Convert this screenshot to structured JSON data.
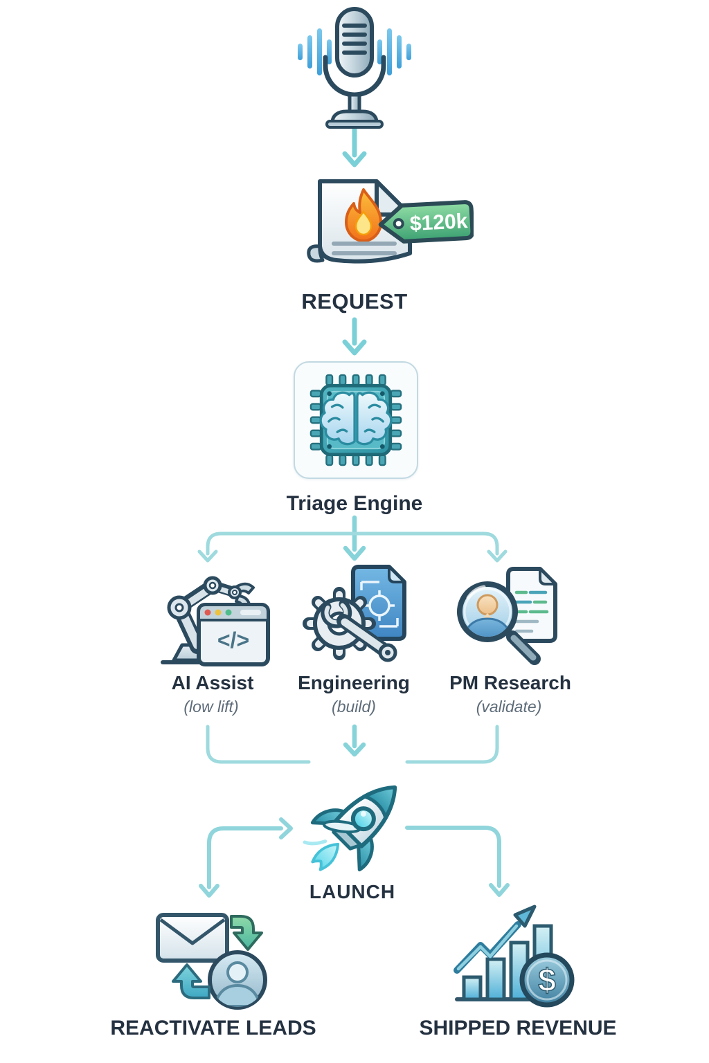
{
  "nodes": {
    "voice_input": {
      "icon": "microphone-icon"
    },
    "request": {
      "label": "REQUEST",
      "price_tag": "$120k",
      "icon": "urgent-document-icon"
    },
    "triage": {
      "label": "Triage Engine",
      "icon": "ai-brain-chip-icon"
    },
    "ai_assist": {
      "label": "AI Assist",
      "sublabel": "(low lift)",
      "icon": "robot-arm-code-window-icon"
    },
    "engineering": {
      "label": "Engineering",
      "sublabel": "(build)",
      "icon": "gear-wrench-blueprint-icon"
    },
    "pm_research": {
      "label": "PM Research",
      "sublabel": "(validate)",
      "icon": "magnifier-user-document-icon"
    },
    "launch": {
      "label": "LAUNCH",
      "icon": "rocket-icon"
    },
    "reactivate_leads": {
      "label": "REACTIVATE LEADS",
      "icon": "email-user-cycle-icon"
    },
    "shipped_revenue": {
      "label": "SHIPPED REVENUE",
      "coin_symbol": "$",
      "icon": "growth-chart-dollar-icon"
    }
  },
  "glyphs": {
    "code": "</>"
  },
  "edges": [
    "voice_input -> request",
    "request -> triage",
    "triage -> ai_assist",
    "triage -> engineering",
    "triage -> pm_research",
    "ai_assist -> launch",
    "engineering -> launch",
    "pm_research -> launch",
    "launch -> reactivate_leads",
    "launch -> shipped_revenue"
  ],
  "colors": {
    "background": "#ffffff",
    "arrow_main": "#7bd0d8",
    "arrow_branch": "#9edade",
    "label_text": "#243140",
    "sublabel_text": "#5d6b78",
    "tag_green": "#4cb578",
    "tag_text": "#ffffff"
  }
}
